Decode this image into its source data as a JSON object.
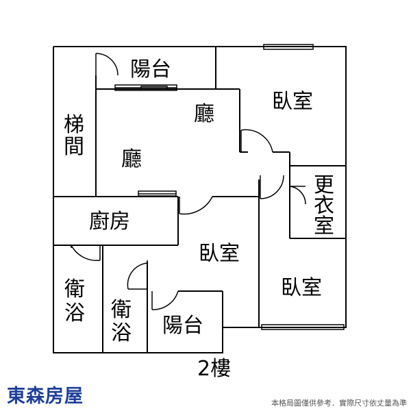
{
  "floor_plan": {
    "rooms": {
      "balcony_top": "陽台",
      "bedroom_top_right": "臥室",
      "living_upper": "廳",
      "stairwell": [
        "梯",
        "間"
      ],
      "living_main": "廳",
      "dressing_room": [
        "更",
        "衣",
        "室"
      ],
      "kitchen": "廚房",
      "bedroom_center": "臥室",
      "bedroom_lower_right": "臥室",
      "bathroom_left": [
        "衛",
        "浴"
      ],
      "bathroom_center": [
        "衛",
        "浴"
      ],
      "balcony_bottom": "陽台"
    },
    "floor_label": "2樓"
  },
  "brand": {
    "name": "東森房屋",
    "color": "#1f3f99"
  },
  "disclaimer": "本格局圖僅供參考．實際尺寸依丈量為準",
  "colors": {
    "wall": "#000000",
    "window": "#000000"
  }
}
